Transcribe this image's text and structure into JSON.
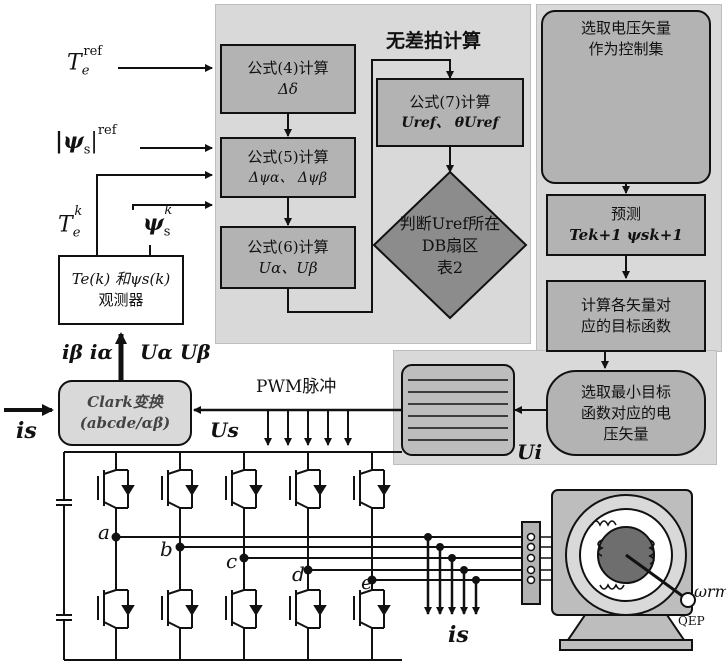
{
  "inputs": {
    "te_ref": "T",
    "te_ref_sub": "e",
    "te_ref_sup": "ref",
    "psi_ref": "|ψ",
    "psi_ref_sub": "s",
    "psi_ref_end": "|",
    "psi_ref_sup": "ref",
    "te_k": "T",
    "te_k_sub": "e",
    "te_k_sup": "k",
    "psi_k": "ψ",
    "psi_k_sub": "s",
    "psi_k_sup": "k"
  },
  "deadbeat": {
    "title": "无差拍计算",
    "box4_line1": "公式(4)计算",
    "box4_line2": "Δδ",
    "box5_line1": "公式(5)计算",
    "box5_line2": "Δψα、 Δψβ",
    "box6_line1": "公式(6)计算",
    "box6_line2": "Uα、Uβ",
    "box7_line1": "公式(7)计算",
    "box7_line2": "Uref、 θUref",
    "diamond_line1": "判断Uref所在",
    "diamond_line2": "DB扇区",
    "diamond_line3": "表2"
  },
  "mpc": {
    "select_line1": "选取电压矢量",
    "select_line2": "作为控制集",
    "predict_line1": "预测",
    "predict_line2": "Tek+1 ψsk+1",
    "cost_line1": "计算各矢量对",
    "cost_line2": "应的目标函数",
    "min_line1": "选取最小目标",
    "min_line2": "函数对应的电",
    "min_line3": "压矢量"
  },
  "observer": {
    "line1": "Te(k) 和ψs(k)",
    "line2": "观测器"
  },
  "clark": {
    "line1": "Clark变换",
    "line2": "(abcde/αβ)"
  },
  "signals": {
    "i_beta": "iβ",
    "i_alpha": "iα",
    "u_alpha": "Uα",
    "u_beta": "Uβ",
    "is_left": "is",
    "us": "Us",
    "pwm": "PWM脉冲",
    "ui": "Ui",
    "is_bottom": "is",
    "omega": "ωrm",
    "qep": "QEP"
  },
  "phases": [
    "a",
    "b",
    "c",
    "d",
    "e"
  ]
}
